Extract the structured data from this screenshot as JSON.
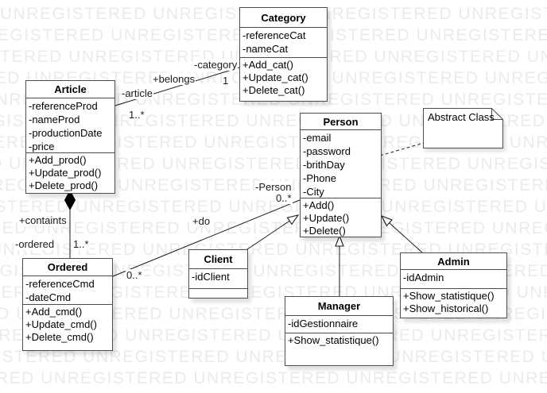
{
  "watermark": {
    "word": "UNREGISTERED",
    "row_text": "UNREGISTERED UNREGISTERED UNREGISTERED UNREGISTERED UNREGISTERED",
    "color": "#ebebeb"
  },
  "colors": {
    "box_border": "#4d4d4d",
    "connector": "#1a1a1a",
    "composition_diamond": "#000000",
    "background": "#ffffff"
  },
  "classes": {
    "category": {
      "title": "Category",
      "attributes": [
        "-referenceCat",
        "-nameCat"
      ],
      "methods": [
        "+Add_cat()",
        "+Update_cat()",
        "+Delete_cat()"
      ]
    },
    "article": {
      "title": "Article",
      "attributes": [
        "-referenceProd",
        "-nameProd",
        "-productionDate",
        "-price"
      ],
      "methods": [
        "+Add_prod()",
        "+Update_prod()",
        "+Delete_prod()"
      ]
    },
    "person": {
      "title": "Person",
      "attributes": [
        "-email",
        "-password",
        "-brithDay",
        "-Phone",
        "-City"
      ],
      "methods": [
        "+Add()",
        "+Update()",
        "+Delete()"
      ]
    },
    "client": {
      "title": "Client",
      "attributes": [
        "-idClient"
      ],
      "methods": []
    },
    "ordered": {
      "title": "Ordered",
      "attributes": [
        "-referenceCmd",
        "-dateCmd"
      ],
      "methods": [
        "+Add_cmd()",
        "+Update_cmd()",
        "+Delete_cmd()"
      ]
    },
    "manager": {
      "title": "Manager",
      "attributes": [
        "-idGestionnaire"
      ],
      "methods": [
        "+Show_statistique()"
      ]
    },
    "admin": {
      "title": "Admin",
      "attributes": [
        "-idAdmin"
      ],
      "methods": [
        "+Show_statistique()",
        "+Show_historical()"
      ]
    }
  },
  "note": {
    "text": "Abstract Class"
  },
  "edges": {
    "article_category": {
      "type": "association",
      "name": "+belongs",
      "source_role": "-article",
      "source_mult": "1..*",
      "target_role": "-category",
      "target_mult": "1"
    },
    "article_ordered": {
      "type": "composition",
      "name": "+containts",
      "target_role": "-ordered",
      "target_mult": "1..*"
    },
    "ordered_person": {
      "type": "association",
      "name": "+do",
      "source_mult": "0..*",
      "target_role": "-Person",
      "target_mult": "0..*"
    },
    "client_person": {
      "type": "generalization"
    },
    "manager_person": {
      "type": "generalization"
    },
    "admin_person": {
      "type": "generalization"
    },
    "person_note": {
      "type": "dashed-link"
    }
  }
}
